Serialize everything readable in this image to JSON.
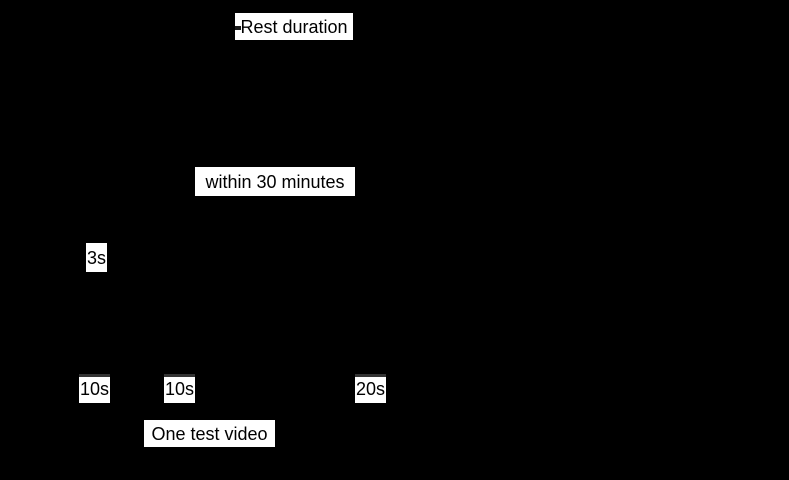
{
  "colors": {
    "background": "#000000",
    "label_background": "#ffffff",
    "label_text": "#000000",
    "line_fragment": "#333333"
  },
  "diagram": {
    "labels": {
      "rest_duration": "Rest duration",
      "within_30_minutes": "within 30 minutes",
      "pause_3s": "3s",
      "first_video_10s": "10s",
      "second_video_10s": "10s",
      "voting_20s": "20s",
      "one_test_video": "One test video"
    }
  }
}
